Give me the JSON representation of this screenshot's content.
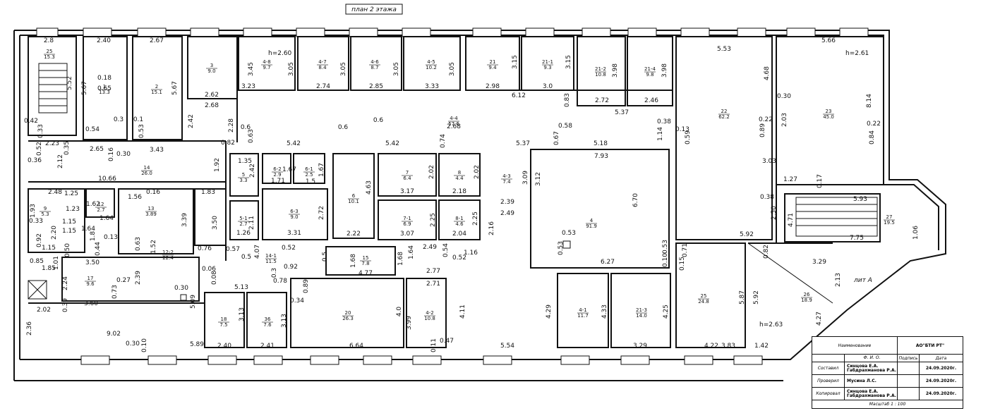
{
  "plan_title": "план 2 этажа",
  "height_labels": [
    "h=2.60",
    "h=2.61",
    "h=2.63"
  ],
  "lit_label": "лит А",
  "rooms": [
    {
      "id": "25",
      "area": "15.3"
    },
    {
      "id": "1",
      "area": "13.3"
    },
    {
      "id": "2",
      "area": "15.1"
    },
    {
      "id": "3",
      "area": "9.0"
    },
    {
      "id": "4-8",
      "area": "9.7"
    },
    {
      "id": "4-7",
      "area": "8.4"
    },
    {
      "id": "4-6",
      "area": "8.7"
    },
    {
      "id": "4-5",
      "area": "10.2"
    },
    {
      "id": "21",
      "area": "9.4"
    },
    {
      "id": "21-1",
      "area": "9.3"
    },
    {
      "id": "21-2",
      "area": "10.8"
    },
    {
      "id": "21-4",
      "area": "9.8"
    },
    {
      "id": "22",
      "area": "62.2"
    },
    {
      "id": "23",
      "area": "45.0"
    },
    {
      "id": "4-4",
      "area": "57.6"
    },
    {
      "id": "14",
      "area": "26.0"
    },
    {
      "id": "5",
      "area": "3.3"
    },
    {
      "id": "6-2",
      "area": "2.9"
    },
    {
      "id": "6-1",
      "area": "2.5"
    },
    {
      "id": "6",
      "area": "10.1"
    },
    {
      "id": "7",
      "area": "6.4"
    },
    {
      "id": "8",
      "area": "4.4"
    },
    {
      "id": "4-3",
      "area": "7.4"
    },
    {
      "id": "4",
      "area": "91.9"
    },
    {
      "id": "9",
      "area": "5.3"
    },
    {
      "id": "12",
      "area": "2.7"
    },
    {
      "id": "13",
      "area": "3.89"
    },
    {
      "id": "5-1",
      "area": "2.7"
    },
    {
      "id": "6-3",
      "area": "9.0"
    },
    {
      "id": "7-1",
      "area": "6.9"
    },
    {
      "id": "8-1",
      "area": "4.6"
    },
    {
      "id": "27",
      "area": "19.5"
    },
    {
      "id": "14-1",
      "area": "11.5"
    },
    {
      "id": "15",
      "area": "7.8"
    },
    {
      "id": "17",
      "area": "9.6"
    },
    {
      "id": "12-2",
      "area": "22.4"
    },
    {
      "id": "20",
      "area": "26.3"
    },
    {
      "id": "4-2",
      "area": "10.8"
    },
    {
      "id": "4-1",
      "area": "11.7"
    },
    {
      "id": "21-3",
      "area": "14.0"
    },
    {
      "id": "25",
      "area": "24.8"
    },
    {
      "id": "26",
      "area": "18.9"
    },
    {
      "id": "18",
      "area": "7.5"
    },
    {
      "id": "36",
      "area": "7.6"
    }
  ],
  "dimensions": {
    "top_row": [
      "2.8",
      "2.40",
      "2.67",
      "3.45",
      "3.05",
      "3.05",
      "3.05",
      "3.05",
      "3.15",
      "3.15",
      "3.98",
      "3.98",
      "5.53",
      "5.66"
    ],
    "misc": [
      "5.52",
      "5.67",
      "0.18",
      "0.65",
      "5.67",
      "2.62",
      "2.68",
      "3.23",
      "2.74",
      "2.85",
      "3.33",
      "2.98",
      "3.0",
      "6.12",
      "0.83",
      "2.72",
      "2.46",
      "5.37",
      "4.68",
      "0.30",
      "8.14",
      "0.42",
      "0.33",
      "0.3",
      "0.54",
      "0.1",
      "0.53",
      "2.42",
      "2.28",
      "0.6",
      "0.63",
      "0.6",
      "0.6",
      "2.68",
      "0.74",
      "0.58",
      "0.67",
      "0.38",
      "1.14",
      "0.13",
      "0.59",
      "0.22",
      "0.89",
      "2.03",
      "0.22",
      "0.84",
      "0.52",
      "2.23",
      "0.35",
      "2.65",
      "0.16",
      "0.30",
      "3.43",
      "0.82",
      "5.42",
      "5.42",
      "5.37",
      "5.18",
      "7.93",
      "0.36",
      "2.12",
      "1.92",
      "1.35",
      "2.42",
      "1.67",
      "1.67",
      "1.71",
      "1.5",
      "4.63",
      "2.02",
      "2.02",
      "3.09",
      "3.12",
      "6.70",
      "3.03",
      "1.27",
      "0.17",
      "10.66",
      "2.48",
      "1.25",
      "1.56",
      "0.16",
      "1.83",
      "3.17",
      "2.18",
      "2.39",
      "5.93",
      "0.38",
      "1.93",
      "1.23",
      "1.62",
      "1.64",
      "3.39",
      "3.50",
      "2.11",
      "1.26",
      "3.31",
      "2.72",
      "2.22",
      "3.07",
      "2.25",
      "2.04",
      "2.25",
      "2.16",
      "2.49",
      "2.50",
      "4.71",
      "7.75",
      "1.06",
      "0.33",
      "2.20",
      "1.15",
      "1.15",
      "1.64",
      "0.13",
      "1.8",
      "0.63",
      "1.52",
      "0.92",
      "1.15",
      "0.50",
      "0.44",
      "0.76",
      "0.57",
      "4.07",
      "0.52",
      "0.5",
      "0.5",
      "1.68",
      "1.68",
      "1.64",
      "2.49",
      "0.54",
      "1.16",
      "0.52",
      "0.53",
      "0.53",
      "0.53",
      "0.10",
      "5.92",
      "0.82",
      "0.71",
      "0.15",
      "3.29",
      "1.01",
      "1.85",
      "0.85",
      "3.50",
      "2.39",
      "0.27",
      "0.06",
      "0.08",
      "0.92",
      "0.3",
      "0.78",
      "4.77",
      "2.77",
      "2.71",
      "6.27",
      "2.24",
      "0.73",
      "0.30",
      "0.39",
      "3.60",
      "2.02",
      "5.09",
      "5.13",
      "0.34",
      "0.89",
      "3.13",
      "3.13",
      "4.0",
      "3.99",
      "4.11",
      "4.29",
      "4.33",
      "4.25",
      "5.87",
      "5.92",
      "2.13",
      "4.27",
      "2.36",
      "9.02",
      "0.30",
      "0.10",
      "5.89",
      "2.40",
      "2.41",
      "6.64",
      "0.11",
      "0.47",
      "5.54",
      "3.29",
      "4.22",
      "3.83",
      "1.42"
    ]
  },
  "stamp": {
    "name_label": "Наименование",
    "org": "АО\"БТИ РТ\"",
    "fio_label": "Ф.  И.  О.",
    "sign_label": "Подпись",
    "date_label": "Дата",
    "rows": [
      {
        "role": "Составил",
        "names": "Синцова Е.А. Габдрахманова Р.А.",
        "date": "24.09.2020г."
      },
      {
        "role": "Проверил",
        "names": "Мусина Л.С.",
        "date": "24.09.2020г."
      },
      {
        "role": "Копировал",
        "names": "Синцова Е.А. Габдрахманова Р.А.",
        "date": "24.09.2020г."
      }
    ],
    "scale": "Масштаб 1 : 100"
  }
}
